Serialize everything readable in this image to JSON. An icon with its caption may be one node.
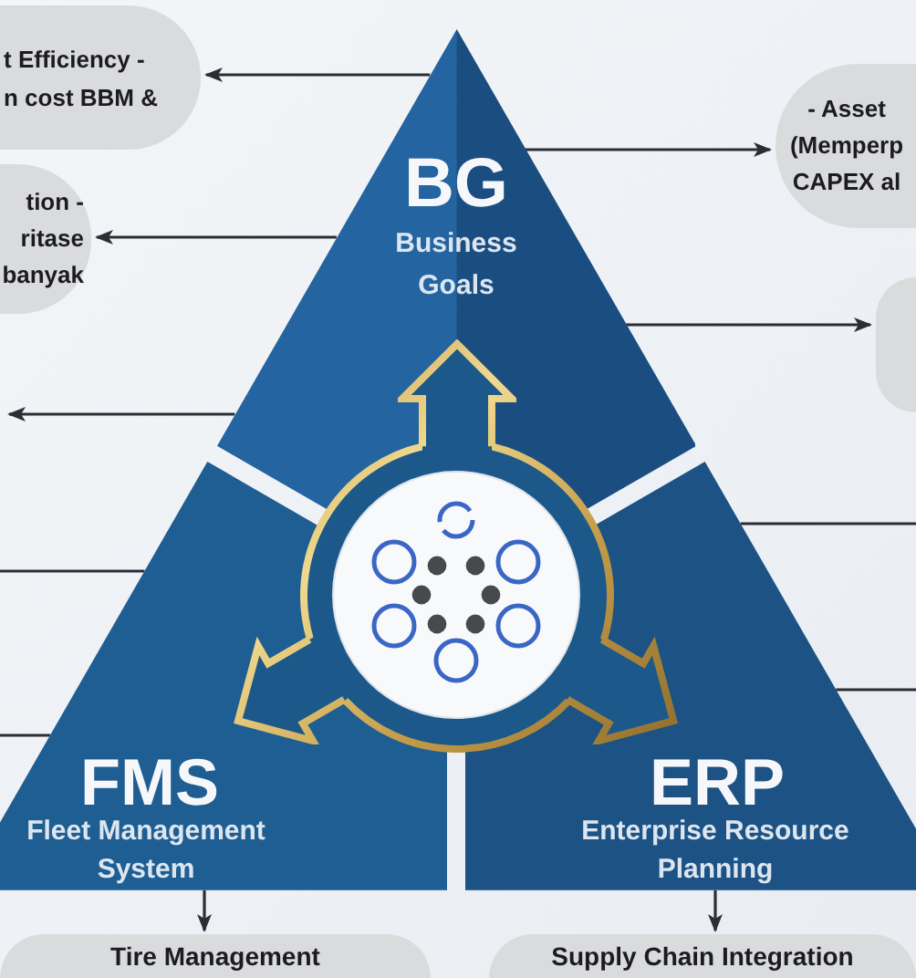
{
  "diagram": {
    "nodes": [
      {
        "text": [
          "t Efficiency - n cost BBM &"
        ]
      },
      {
        "text": [
          "- Asset (Memperp CAPEX al"
        ]
      },
      {
        "text": [
          "BG",
          "Business Goals"
        ]
      },
      {
        "text": [
          "tion - ritase banyak"
        ]
      },
      {
        "text": [],
        "shape": "box"
      },
      {
        "text": [
          "FMS",
          "Fleet Management System"
        ]
      },
      {
        "text": [
          "ERP",
          "Enterprise Resource Planning"
        ]
      },
      {
        "text": [
          "Tire Management"
        ]
      },
      {
        "text": [
          "Supply Chain Integration"
        ]
      }
    ],
    "edges": [
      {
        "from": 2,
        "to": 0,
        "arrow": "to"
      },
      {
        "from": 2,
        "to": 1,
        "arrow": "to"
      },
      {
        "from": 2,
        "to": 3,
        "arrow": "to"
      },
      {
        "from": 2,
        "to": 4,
        "arrow": "to"
      },
      {
        "from": 2,
        "to": null,
        "arrow": "to"
      },
      {
        "from": 6,
        "to": null,
        "arrow": "none"
      },
      {
        "from": 5,
        "to": null,
        "arrow": "none"
      },
      {
        "from": 6,
        "to": null,
        "arrow": "none"
      },
      {
        "from": 5,
        "to": null,
        "arrow": "none"
      },
      {
        "from": 5,
        "to": 7,
        "arrow": "to"
      },
      {
        "from": 6,
        "to": 8,
        "arrow": "to"
      }
    ]
  }
}
